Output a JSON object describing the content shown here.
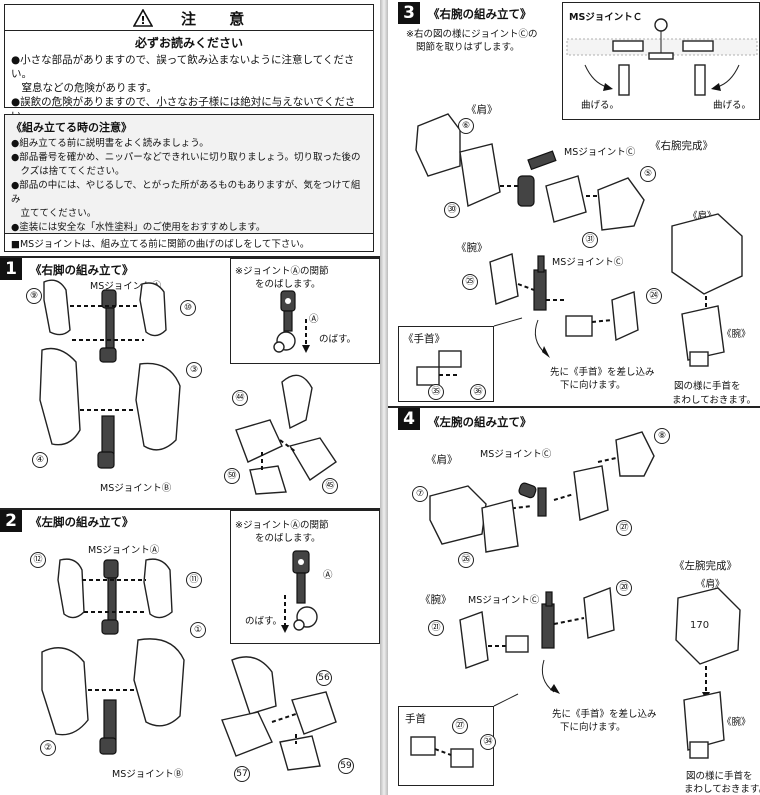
{
  "warning": {
    "title": "注 意",
    "subtitle": "必ずお読みください",
    "lines": [
      "●小さな部品がありますので、誤って飲み込まないように注意してください。",
      "　窒息などの危険があります。",
      "●誤飲の危険がありますので、小さなお子様には絶対に与えないでください。"
    ]
  },
  "notes": {
    "title": "《組み立てる時の注意》",
    "items": [
      "●組み立てる前に説明書をよく読みましょう。",
      "●部品番号を確かめ、ニッパーなどできれいに切り取りましょう。切り取った後の",
      "　クズは捨ててください。",
      "●部品の中には、やじるしで、とがった所があるものもありますが、気をつけて組み",
      "　立ててください。",
      "●塗装には安全な「水性塗料」のご使用をおすすめします。"
    ],
    "footer": "■MSジョイントは、組み立てる前に関節の曲げのばしをして下さい。"
  },
  "step1": {
    "num": "1",
    "title": "《右脚の組み立て》",
    "joint_a": "MSジョイントⒶ",
    "joint_b": "MSジョイントⒷ",
    "note_line1": "※ジョイントⒶの関節",
    "note_line2": "をのばします。",
    "note_a": "Ⓐ",
    "stretch": "のばす。",
    "parts": [
      "⑨",
      "⑩",
      "③",
      "④",
      "㊹",
      "㊿",
      "㊺"
    ]
  },
  "step2": {
    "num": "2",
    "title": "《左脚の組み立て》",
    "joint_a": "MSジョイントⒶ",
    "joint_b": "MSジョイントⒷ",
    "note_line1": "※ジョイントⒶの関節",
    "note_line2": "をのばします。",
    "note_a": "Ⓐ",
    "stretch": "のばす。",
    "parts": [
      "⑫",
      "⑪",
      "①",
      "②",
      "56",
      "57",
      "59"
    ]
  },
  "step3": {
    "num": "3",
    "title": "《右腕の組み立て》",
    "note_line1": "※右の図の様にジョイントⒸの",
    "note_line2": "関節を取りはずします。",
    "joint_c_title": "MSジョイントＣ",
    "bend_left": "曲げる。",
    "bend_right": "曲げる。",
    "shoulder": "《肩》",
    "arm": "《腕》",
    "wrist": "《手首》",
    "joint_c": "MSジョイントⒸ",
    "joint_c2": "MSジョイントⒸ",
    "complete": "《右腕完成》",
    "complete_shoulder": "《肩》",
    "complete_arm": "《腕》",
    "hand_note1": "先に《手首》を差し込み",
    "hand_note2": "下に向けます。",
    "rotate_note1": "図の様に手首を",
    "rotate_note2": "まわしておきます。",
    "parts": [
      "⑥",
      "㉚",
      "㉛",
      "⑤",
      "㉕",
      "㉔",
      "㉟",
      "㊱"
    ]
  },
  "step4": {
    "num": "4",
    "title": "《左腕の組み立て》",
    "shoulder": "《肩》",
    "arm": "《腕》",
    "wrist": "手首",
    "joint_c": "MSジョイントⒸ",
    "joint_c2": "MSジョイントⒸ",
    "complete": "《左腕完成》",
    "complete_shoulder": "《肩》",
    "complete_arm": "《腕》",
    "hand_note1": "先に《手首》を差し込み",
    "hand_note2": "下に向けます。",
    "rotate_note1": "図の様に手首を",
    "rotate_note2": "まわしておきます。",
    "parts": [
      "⑧",
      "⑦",
      "㉗",
      "㉖",
      "⑳",
      "㉑",
      "㉗",
      "㉞"
    ]
  }
}
